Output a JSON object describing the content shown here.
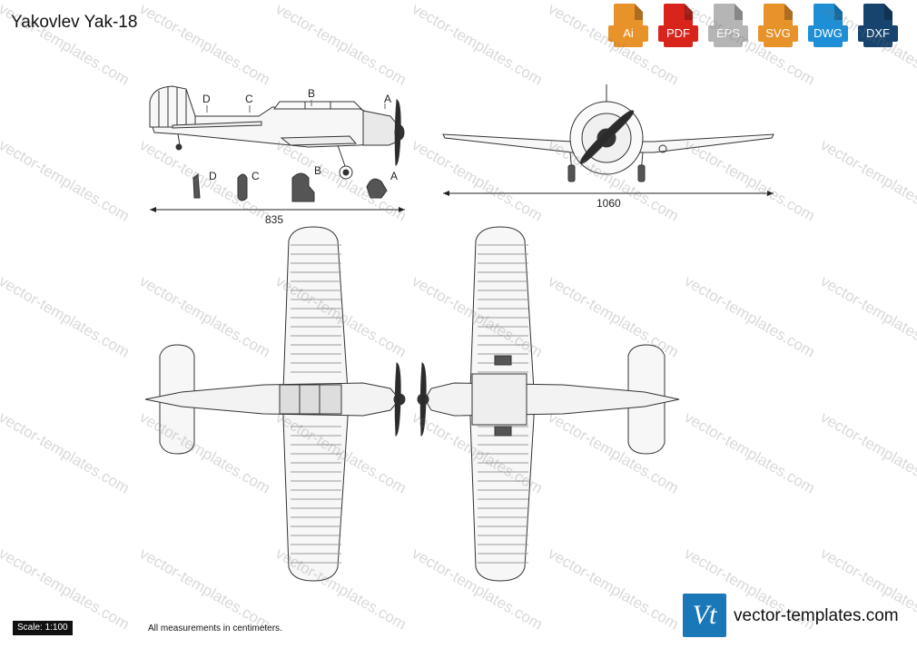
{
  "title": "Yakovlev Yak-18",
  "formats": [
    {
      "label": "Ai",
      "color": "#e8922a",
      "icon": "ai-file-icon"
    },
    {
      "label": "PDF",
      "color": "#d9241c",
      "icon": "pdf-file-icon"
    },
    {
      "label": "EPS",
      "color": "#b5b5b5",
      "icon": "eps-file-icon"
    },
    {
      "label": "SVG",
      "color": "#e8922a",
      "icon": "svg-file-icon"
    },
    {
      "label": "DWG",
      "color": "#1e8fd6",
      "icon": "dwg-file-icon"
    },
    {
      "label": "DXF",
      "color": "#17446e",
      "icon": "dxf-file-icon"
    }
  ],
  "side_view": {
    "section_marks": [
      "D",
      "C",
      "B",
      "A"
    ],
    "section_labels": [
      "D",
      "C",
      "B",
      "A"
    ],
    "length_dimension": "835"
  },
  "front_view": {
    "span_dimension": "1060"
  },
  "footer": {
    "scale": "Scale: 1:100",
    "note": "All measurements in centimeters.",
    "logo_text": "Vt",
    "site": "vector-templates.com"
  },
  "watermark": "vector-templates.com"
}
